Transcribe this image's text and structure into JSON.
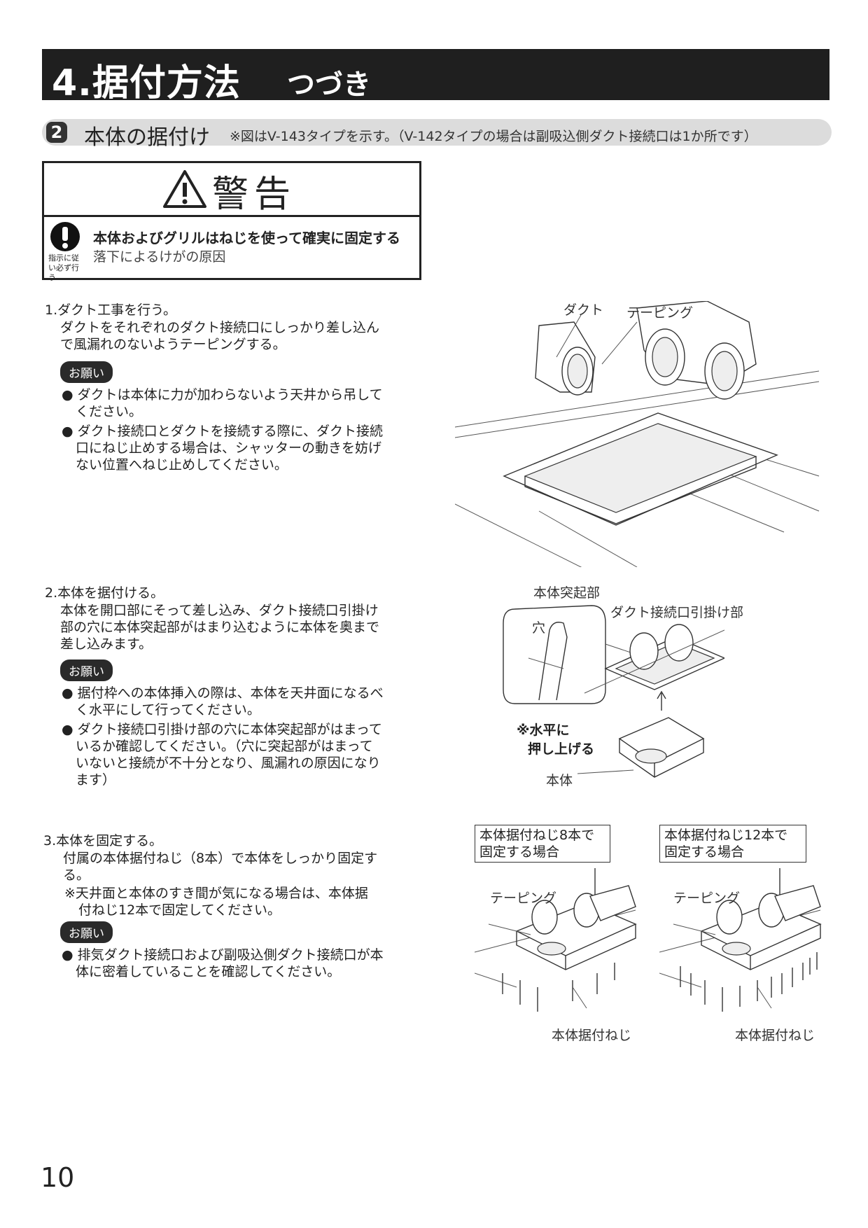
{
  "header": {
    "title": "4.据付方法",
    "subtitle": "つづき"
  },
  "section": {
    "number": "2",
    "title": "本体の据付け",
    "note": "※図はV-143タイプを示す。（V-142タイプの場合は副吸込側ダクト接続口は1か所です）"
  },
  "warning": {
    "title": "警告",
    "line1": "本体およびグリルはねじを使って確実に固定する",
    "line2": "落下によるけがの原因",
    "icon_label": "指示に従い必ず行う"
  },
  "badge_label": "お願い",
  "steps": [
    {
      "title": "1.ダクト工事を行う。",
      "body": [
        "ダクトをそれぞれのダクト接続口にしっかり差し込ん",
        "で風漏れのないようテーピングする。"
      ],
      "bullets": [
        [
          "ダクトは本体に力が加わらないよう天井から吊して",
          "ください。"
        ],
        [
          "ダクト接続口とダクトを接続する際に、ダクト接続",
          "口にねじ止めする場合は、シャッターの動きを妨げ",
          "ない位置へねじ止めしてください。"
        ]
      ]
    },
    {
      "title": "2.本体を据付ける。",
      "body": [
        "本体を開口部にそって差し込み、ダクト接続口引掛け",
        "部の穴に本体突起部がはまり込むように本体を奥まで",
        "差し込みます。"
      ],
      "bullets": [
        [
          "据付枠への本体挿入の際は、本体を天井面になるべ",
          "く水平にして行ってください。"
        ],
        [
          "ダクト接続口引掛け部の穴に本体突起部がはまって",
          "いるか確認してください。（穴に突起部がはまって",
          "いないと接続が不十分となり、風漏れの原因になり",
          "ます）"
        ]
      ]
    },
    {
      "title": "3.本体を固定する。",
      "body": [
        "付属の本体据付ねじ（8本）で本体をしっかり固定す",
        "る。"
      ],
      "note": [
        "※天井面と本体のすき間が気になる場合は、本体据",
        "付ねじ12本で固定してください。"
      ],
      "bullets": [
        [
          "排気ダクト接続口および副吸込側ダクト接続口が本",
          "体に密着していることを確認してください。"
        ]
      ]
    }
  ],
  "figures": {
    "fig1": {
      "duct": "ダクト",
      "taping": "テーピング"
    },
    "fig2": {
      "protrusion": "本体突起部",
      "hole": "穴",
      "hook": "ダクト接続口引掛け部",
      "push": [
        "※水平に",
        "押し上げる"
      ],
      "body": "本体"
    },
    "fig3": {
      "left_box": [
        "本体据付ねじ8本で",
        "固定する場合"
      ],
      "right_box": [
        "本体据付ねじ12本で",
        "固定する場合"
      ],
      "taping": "テーピング",
      "screw": "本体据付ねじ"
    }
  },
  "page_number": "10"
}
